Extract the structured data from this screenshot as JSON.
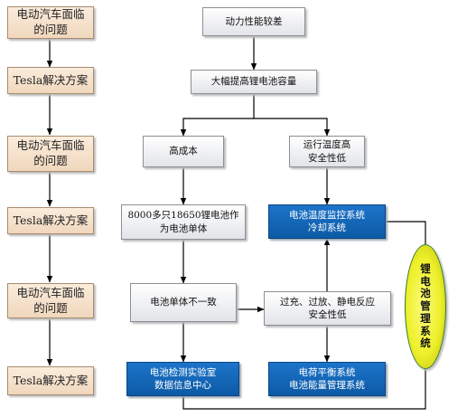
{
  "left_column": [
    {
      "label": "电动汽车面临\n的问题"
    },
    {
      "label": "Tesla解决方案"
    },
    {
      "label": "电动汽车面临\n的问题"
    },
    {
      "label": "Tesla解决方案"
    },
    {
      "label": "电动汽车面临\n的问题"
    },
    {
      "label": "Tesla解决方案"
    }
  ],
  "nodes": {
    "power_poor": "动力性能较差",
    "increase_capacity": "大幅提高锂电池容量",
    "high_cost": "高成本",
    "temp_safety": "运行温度高\n安全性低",
    "cells": "8000多只18650锂电池作\n为电池单体",
    "temp_monitor": "电池温度监控系统\n冷却系统",
    "inconsistent": "电池单体不一致",
    "overcharge": "过充、过放、静电反应\n安全性低",
    "test_lab": "电池检测实验室\n数据信息中心",
    "balance_system": "电荷平衡系统\n电池能量管理系统",
    "bms": "锂\n电\n池\n管\n理\n系\n统"
  },
  "colors": {
    "left_box": "#f0d7bd",
    "gray_box": "#e2e4e8",
    "blue_box": "#0c5aa6",
    "bms_oval": "#eef02a",
    "line": "#000000"
  }
}
